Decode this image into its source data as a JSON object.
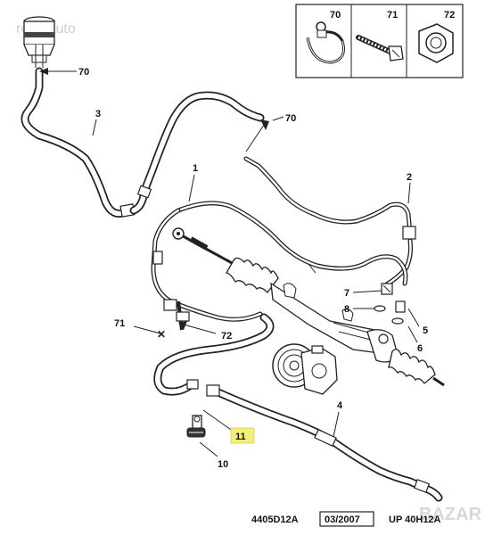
{
  "watermark": {
    "top": "regalauto",
    "bottom": "BAZAR"
  },
  "legend": [
    {
      "ref": "70",
      "icon": "hose-clamp-icon"
    },
    {
      "ref": "71",
      "icon": "screw-icon"
    },
    {
      "ref": "72",
      "icon": "nut-icon"
    }
  ],
  "callouts": {
    "c70a": "70",
    "c3": "3",
    "c70b": "70",
    "c1": "1",
    "c2": "2",
    "c7": "7",
    "c8": "8",
    "c5": "5",
    "c6": "6",
    "c71": "71",
    "c72": "72",
    "c4": "4",
    "c11": "11",
    "c10": "10"
  },
  "highlight_color": "#f4ef7a",
  "footer": {
    "ref": "4405D12A",
    "date": "03/2007",
    "code": "UP 40H12A"
  }
}
